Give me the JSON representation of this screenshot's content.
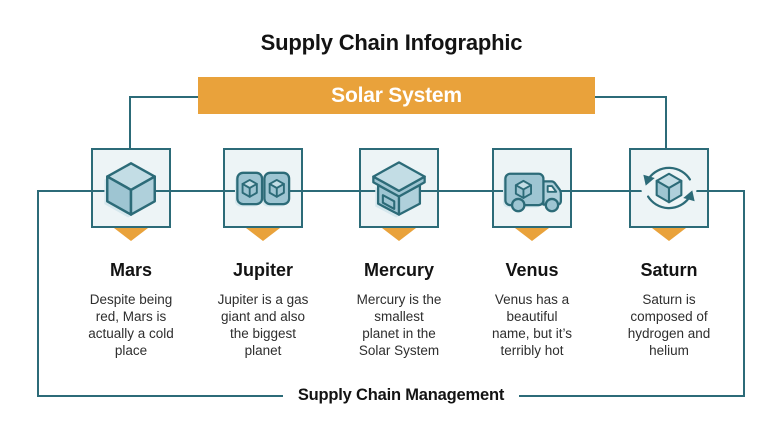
{
  "title": "Supply Chain Infographic",
  "banner": {
    "label": "Solar System",
    "color": "#E9A23B",
    "text_color": "#FFFFFF"
  },
  "footer": {
    "label": "Supply Chain Management"
  },
  "colors": {
    "connector_teal": "#2C6B78",
    "card_fill": "#EDF4F6",
    "icon_blue": "#9EC5D2",
    "icon_blue_mid": "#AFD0DB",
    "icon_blue_light": "#C3DDE5",
    "icon_shadow": "#D5E7ED",
    "accent_orange": "#E9A23B",
    "title_text": "#131313",
    "body_text": "#2E2E2E"
  },
  "stations": [
    {
      "name": "Mars",
      "icon": "cube-icon",
      "description": "Despite being\nred, Mars is\nactually a cold\nplace"
    },
    {
      "name": "Jupiter",
      "icon": "packages-icon",
      "description": "Jupiter is a gas\ngiant and also\nthe biggest\nplanet"
    },
    {
      "name": "Mercury",
      "icon": "box-icon",
      "description": "Mercury is the\nsmallest\nplanet in the\nSolar System"
    },
    {
      "name": "Venus",
      "icon": "truck-icon",
      "description": "Venus has a\nbeautiful\nname, but it’s\nterribly hot"
    },
    {
      "name": "Saturn",
      "icon": "cycle-icon",
      "description": "Saturn is\ncomposed of\nhydrogen and\nhelium"
    }
  ]
}
